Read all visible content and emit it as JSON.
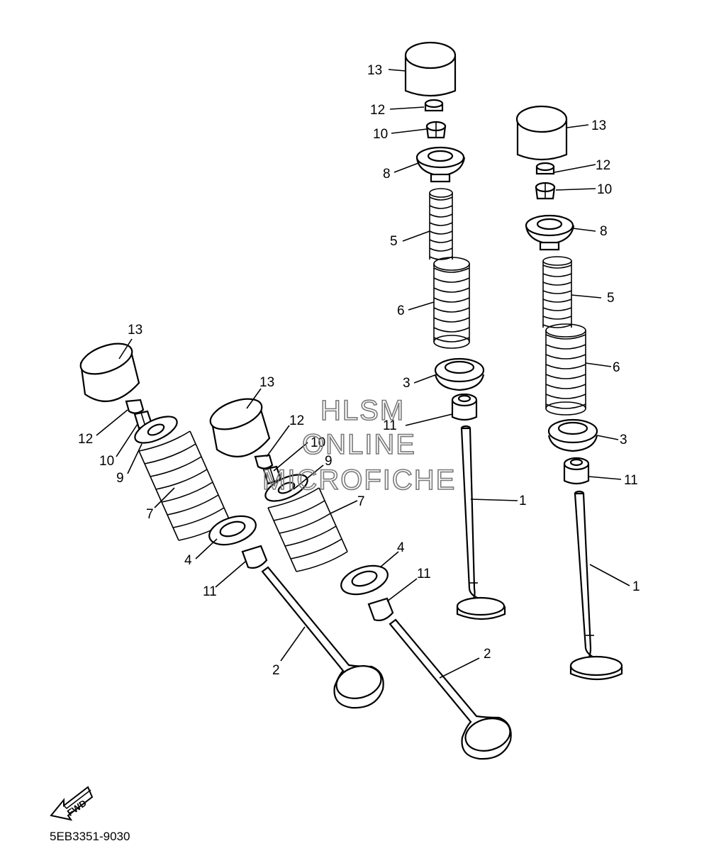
{
  "diagram": {
    "drawing_code": "5EB3351-9030",
    "fwd_label": "FWD",
    "watermark": [
      "HLSM",
      "ONLINE",
      "MICROFICHE"
    ],
    "callouts": {
      "a13": "13",
      "a12": "12",
      "a10": "10",
      "a8": "8",
      "a5": "5",
      "a6": "6",
      "a3": "3",
      "a11": "11",
      "a1": "1",
      "b13": "13",
      "b12": "12",
      "b10": "10",
      "b8": "8",
      "b5": "5",
      "b6": "6",
      "b3": "3",
      "b11": "11",
      "b1": "1",
      "c13": "13",
      "c12": "12",
      "c10": "10",
      "c9": "9",
      "c7": "7",
      "c4": "4",
      "c11": "11",
      "c2": "2",
      "d13": "13",
      "d12": "12",
      "d10": "10",
      "d9": "9",
      "d7": "7",
      "d4": "4",
      "d11": "11",
      "d2": "2"
    }
  }
}
